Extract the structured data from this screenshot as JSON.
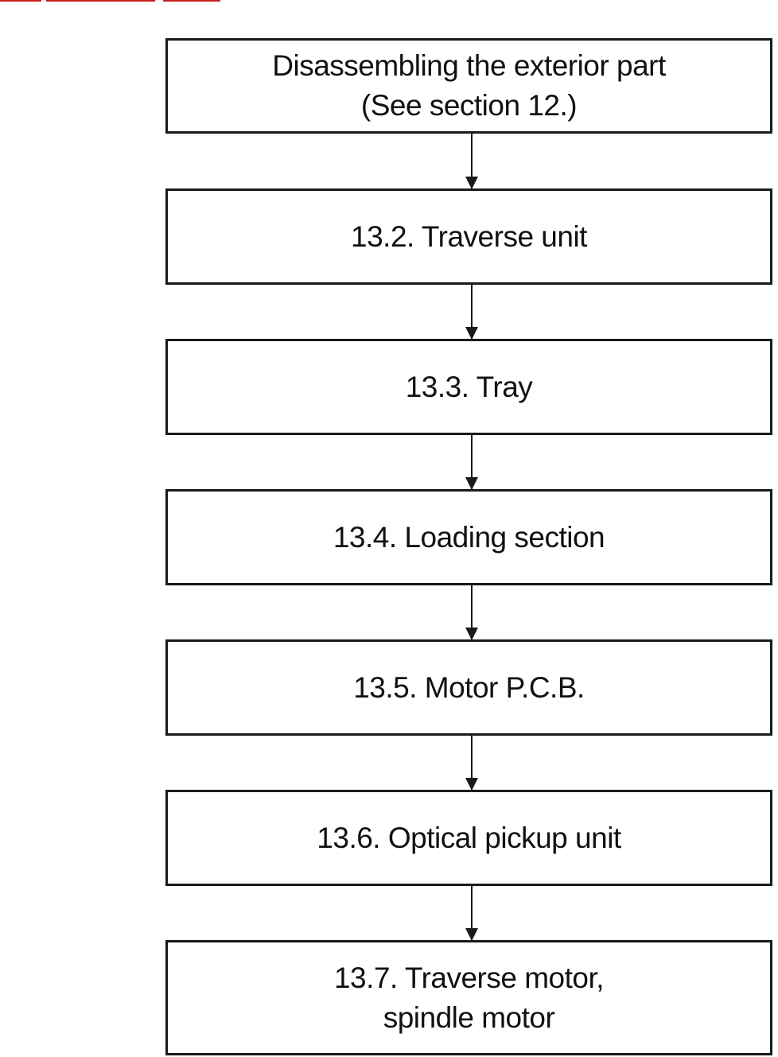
{
  "colors": {
    "link": "#cc1f1f",
    "line": "#1a1a1a",
    "text": "#111111",
    "background": "#ffffff"
  },
  "flowchart": {
    "steps": [
      {
        "lines": [
          "Disassembling the exterior part",
          "(See section 12.)"
        ]
      },
      {
        "lines": [
          "13.2. Traverse unit"
        ]
      },
      {
        "lines": [
          "13.3. Tray"
        ]
      },
      {
        "lines": [
          "13.4. Loading section"
        ]
      },
      {
        "lines": [
          "13.5. Motor P.C.B."
        ]
      },
      {
        "lines": [
          "13.6. Optical pickup unit"
        ]
      },
      {
        "lines": [
          "13.7. Traverse motor,",
          "spindle motor"
        ]
      }
    ]
  }
}
